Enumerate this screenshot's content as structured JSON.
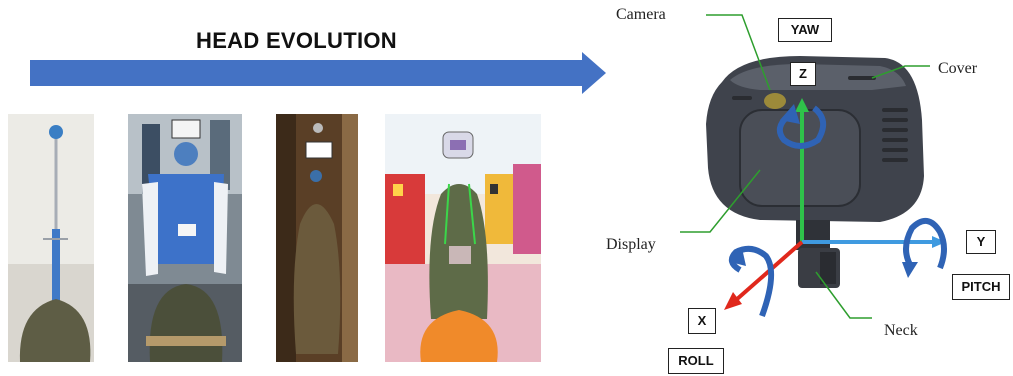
{
  "title": "HEAD EVOLUTION",
  "colors": {
    "arrow_blue": "#4472c4",
    "leader_green": "#2e9e2e",
    "axis_red": "#e0281c",
    "axis_green": "#2fc24a",
    "axis_blue": "#3f9ae0",
    "rotation_blue": "#2f63b5",
    "head_body": "#3f434c"
  },
  "photos": [
    {
      "name": "robot-photo-1"
    },
    {
      "name": "robot-photo-2"
    },
    {
      "name": "robot-photo-3"
    },
    {
      "name": "robot-photo-4"
    }
  ],
  "labels": {
    "camera": "Camera",
    "cover": "Cover",
    "display": "Display",
    "neck": "Neck"
  },
  "axes": {
    "yaw": "YAW",
    "z": "Z",
    "y": "Y",
    "pitch": "PITCH",
    "x": "X",
    "roll": "ROLL"
  }
}
